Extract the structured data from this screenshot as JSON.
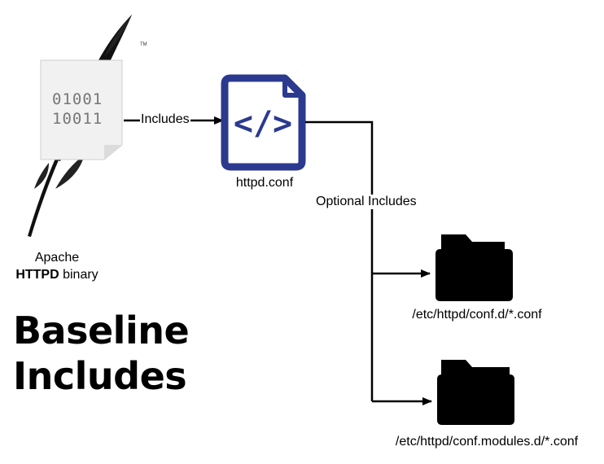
{
  "nodes": {
    "apache": {
      "label_line1": "Apache",
      "label_bold": "HTTPD",
      "label_rest": " binary",
      "binary_line1": "01001",
      "binary_line2": "10011",
      "tm": "TM"
    },
    "httpd_conf": {
      "label": "httpd.conf",
      "code_glyph": "</>"
    },
    "conf_d": {
      "label": "/etc/httpd/conf.d/*.conf"
    },
    "conf_modules_d": {
      "label": "/etc/httpd/conf.modules.d/*.conf"
    }
  },
  "edges": {
    "includes": "Includes",
    "optional_includes": "Optional Includes"
  },
  "title": {
    "line1": "Baseline",
    "line2": "Includes"
  },
  "colors": {
    "config_icon": "#2b3a8f",
    "folder": "#000000",
    "paper": "#f1f1f1"
  }
}
